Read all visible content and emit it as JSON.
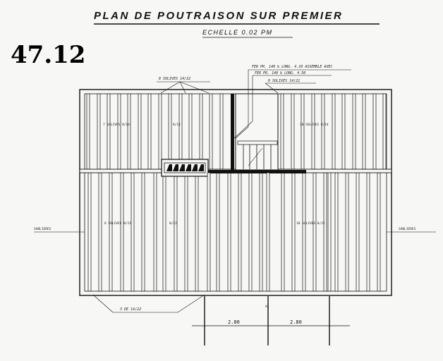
{
  "drawing": {
    "title": "PLAN DE POUTRAISON SUR PREMIER",
    "scale": "ECHELLE 0.02 PM",
    "sheet_number": "47.12",
    "callouts": [
      "8 SOLIVES 14/22",
      "FER PR. 140 ‰ LONG. 4.10 ASSEMBLE AVEC",
      "FER PR. 140 ‰ LONG. 4.50",
      "8 SOLIVES 14/22",
      "3 DE 14/22"
    ],
    "labels": [
      "7 SOLIVES 8/14",
      "8/14",
      "10 SOLIVES 8/14",
      "6 SOLIVES 8/22",
      "8/22",
      "10 SOLIVES 8/22"
    ],
    "side_label_left": "SABLIERES",
    "side_label_right": "SABLIERES",
    "dimensions": [
      "2.80",
      "2.80"
    ],
    "axis_mark": "AL"
  }
}
